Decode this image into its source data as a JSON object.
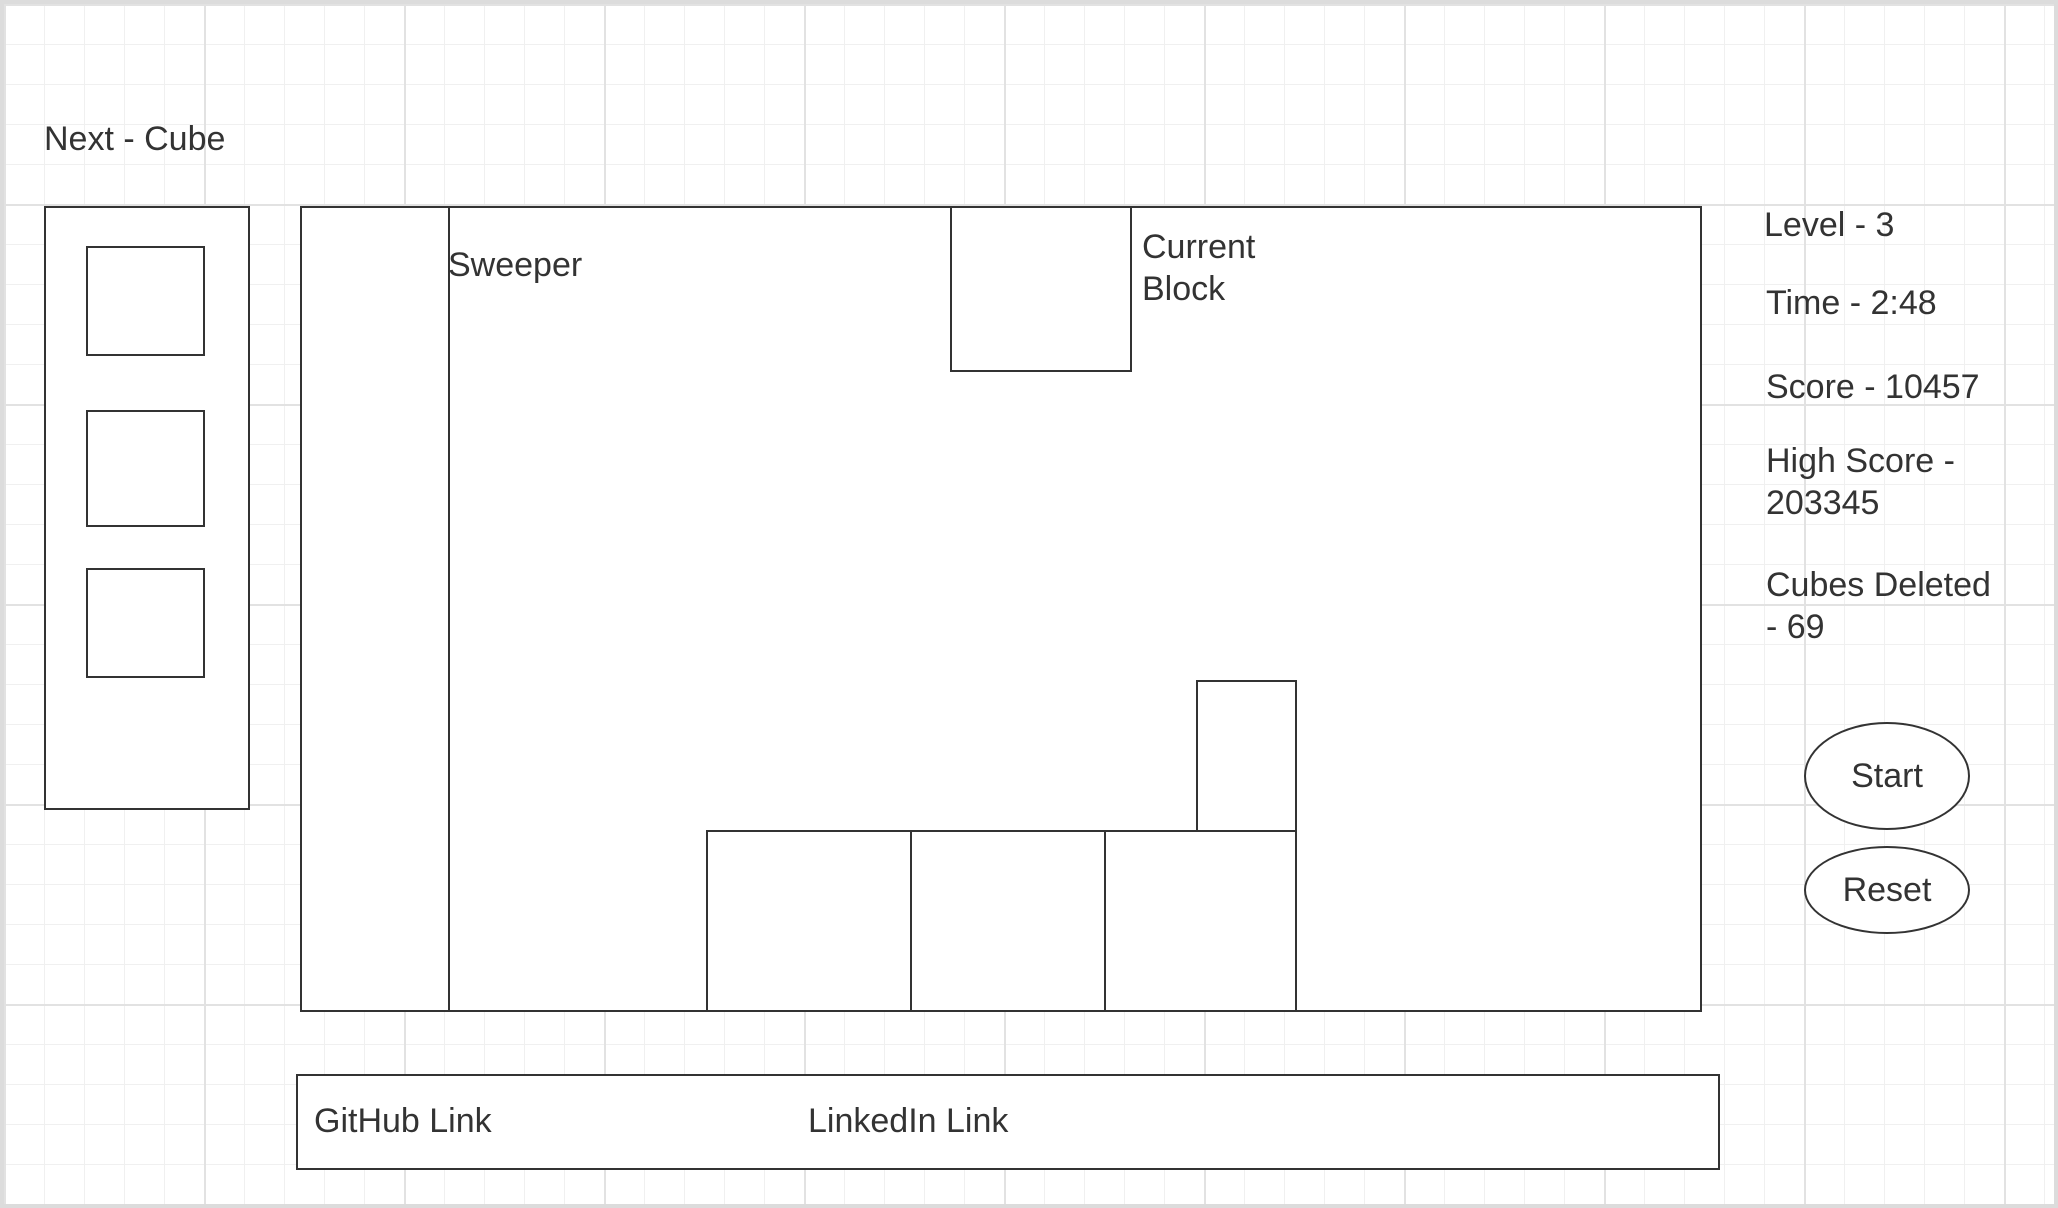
{
  "next_panel": {
    "title": "Next - Cube"
  },
  "game_board": {
    "sweeper_label": "Sweeper",
    "current_block_label": "Current Block"
  },
  "stats": {
    "level": "Level - 3",
    "time": "Time - 2:48",
    "score": "Score - 10457",
    "high_score": "High Score - 203345",
    "cubes_deleted": "Cubes Deleted - 69"
  },
  "controls": {
    "start_label": "Start",
    "reset_label": "Reset"
  },
  "footer": {
    "github_label": "GitHub Link",
    "linkedin_label": "LinkedIn Link"
  }
}
